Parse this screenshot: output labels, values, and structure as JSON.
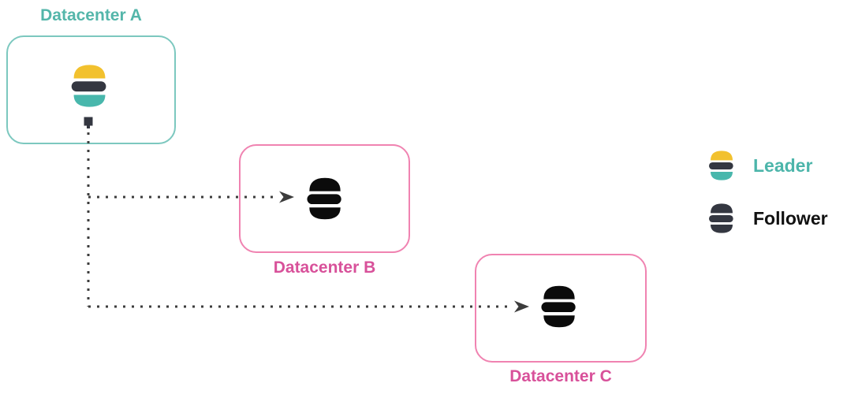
{
  "diagram": {
    "type": "cross-cluster-replication-diagram",
    "datacenters": [
      {
        "id": "a",
        "label": "Datacenter A",
        "role": "leader",
        "node_icon": "elasticsearch-logo-color",
        "border_color": "#7cc8bf",
        "label_color": "#54b6aa"
      },
      {
        "id": "b",
        "label": "Datacenter B",
        "role": "follower",
        "node_icon": "elasticsearch-logo-black",
        "border_color": "#f083b1",
        "label_color": "#d8519a"
      },
      {
        "id": "c",
        "label": "Datacenter C",
        "role": "follower",
        "node_icon": "elasticsearch-logo-black",
        "border_color": "#f083b1",
        "label_color": "#d8519a"
      }
    ],
    "connections": [
      {
        "from": "Datacenter A",
        "to": "Datacenter B",
        "style": "dotted-arrow"
      },
      {
        "from": "Datacenter A",
        "to": "Datacenter C",
        "style": "dotted-arrow"
      }
    ],
    "legend": {
      "items": [
        {
          "label": "Leader",
          "icon": "elasticsearch-logo-color",
          "label_color": "#4cb5aa"
        },
        {
          "label": "Follower",
          "icon": "elasticsearch-logo-dark",
          "label_color": "#111111"
        }
      ]
    },
    "colors": {
      "logo_yellow": "#f2c12e",
      "logo_dark_navy": "#343741",
      "logo_teal": "#48b7ac",
      "logo_black": "#0b0b0b",
      "connector": "#3c3c3c"
    }
  }
}
